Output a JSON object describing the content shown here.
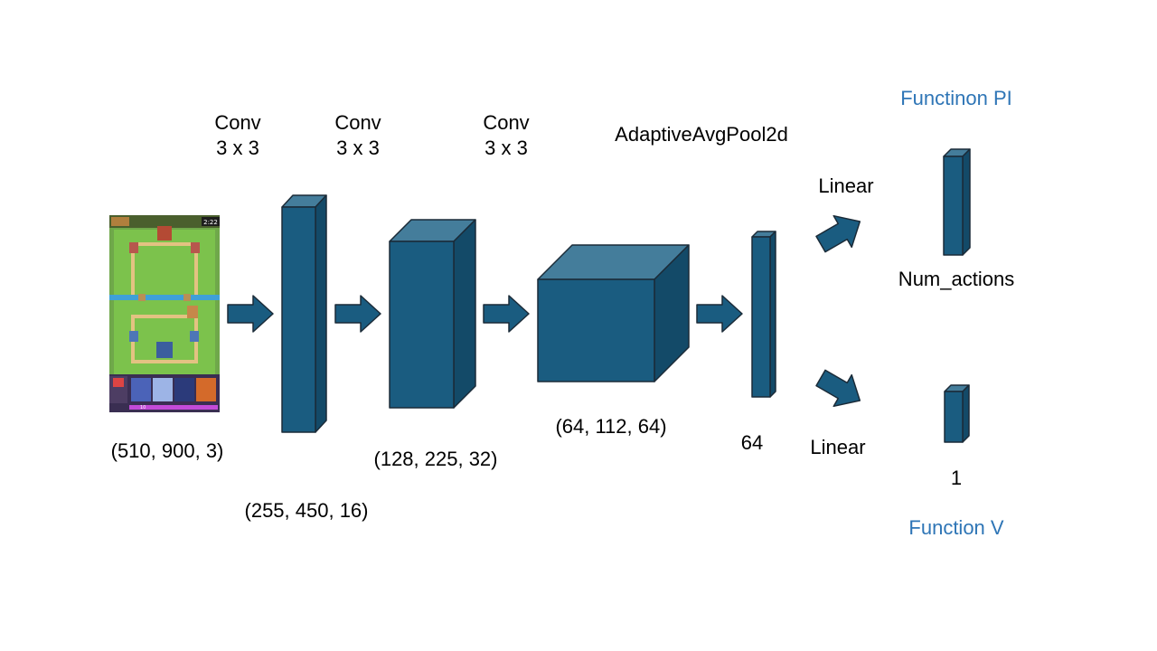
{
  "conv_layers": [
    {
      "title": "Conv",
      "kernel": "3 x 3"
    },
    {
      "title": "Conv",
      "kernel": "3 x 3"
    },
    {
      "title": "Conv",
      "kernel": "3 x 3"
    }
  ],
  "pool_label": "AdaptiveAvgPool2d",
  "shapes": {
    "input": "(510,  900,  3)",
    "conv1": "(255,  450,  16)",
    "conv2": "(128,  225,  32)",
    "pool": "(64,  112,  64)",
    "flat": "64"
  },
  "heads": {
    "pi": {
      "linear": "Linear",
      "title": "Functinon PI",
      "output": "Num_actions"
    },
    "v": {
      "linear": "Linear",
      "title": "Function V",
      "output": "1"
    }
  },
  "game_hud": {
    "timer": "2:22",
    "elixir": "10"
  },
  "colors": {
    "block_front": "#1a5c80",
    "block_top": "#447d9b",
    "block_side": "#134a68",
    "outline": "#1b2b38",
    "accent_text": "#2e75b6"
  }
}
